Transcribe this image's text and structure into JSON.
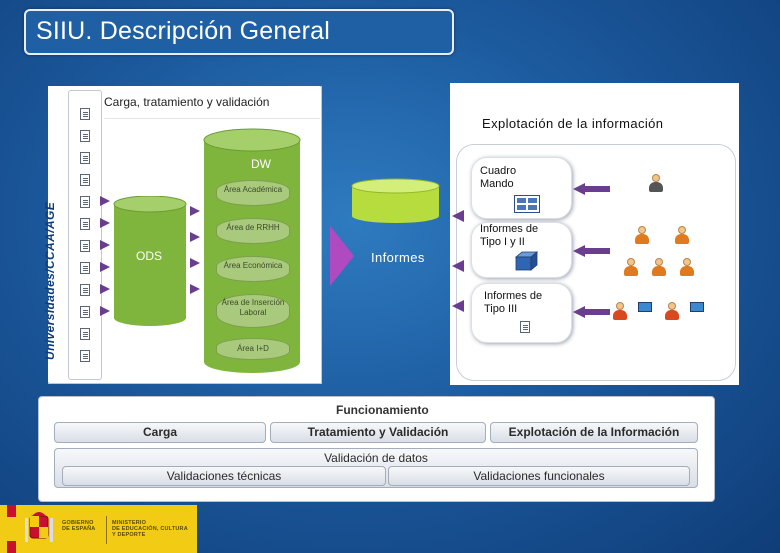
{
  "title": "SIIU. Descripción General",
  "left_panel": {
    "header": "Carga, tratamiento y validación",
    "vertical_label": "Universidades/CCAA/AGE",
    "ods_label": "ODS",
    "dw_label": "DW",
    "areas": [
      "Área Académica",
      "Área de RRHH",
      "Área Económica",
      "Área de Inserción Laboral",
      "Área I+D"
    ]
  },
  "middle": {
    "label": "Informes"
  },
  "right_panel": {
    "title": "Explotación de la información",
    "cards": [
      {
        "label": "Cuadro Mando",
        "icon": "dashboard-icon"
      },
      {
        "label": "Informes de Tipo I y II",
        "icon": "cube-icon"
      },
      {
        "label": "Informes de Tipo III",
        "icon": "document-icon"
      }
    ]
  },
  "bottom_panel": {
    "title": "Funcionamiento",
    "row1": [
      "Carga",
      "Tratamiento y Validación",
      "Explotación de la Información"
    ],
    "validacion": "Validación de datos",
    "row3": [
      "Validaciones técnicas",
      "Validaciones funcionales"
    ]
  },
  "footer": {
    "gov_lines": [
      "GOBIERNO",
      "DE ESPAÑA"
    ],
    "ministry_lines": [
      "MINISTERIO",
      "DE EDUCACIÓN, CULTURA",
      "Y DEPORTE"
    ]
  },
  "colors": {
    "arrow": "#6b3d8f",
    "db_green": "#7fb43d",
    "background": "#1c5a9e"
  }
}
